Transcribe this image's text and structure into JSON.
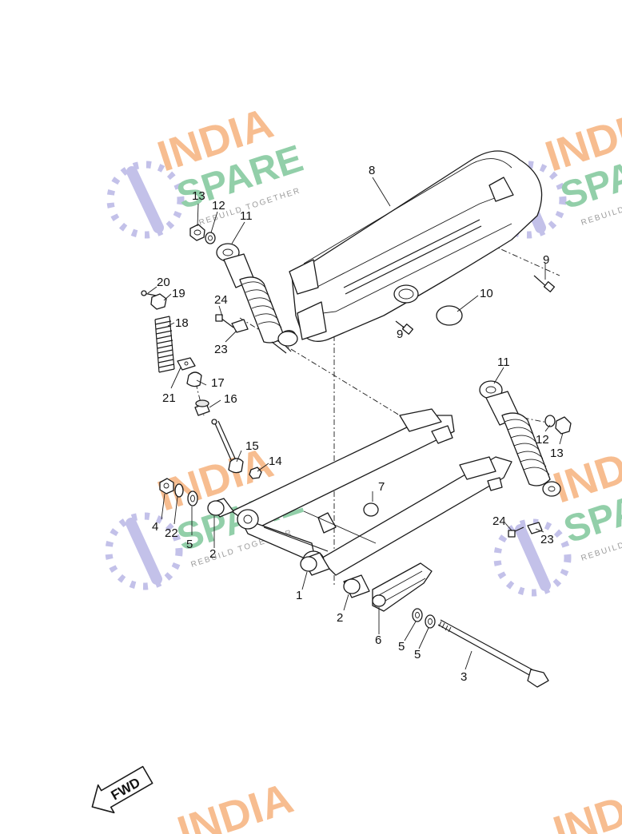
{
  "watermark": {
    "line1": "INDIA",
    "line2": "SPARE",
    "tagline": "REBUILD TOGETHER",
    "colors": {
      "line1": "#f6b27c",
      "line2": "#7fc79a",
      "logo": "#b9b6e6"
    }
  },
  "callouts": [
    {
      "id": "c1",
      "label": "1"
    },
    {
      "id": "c2a",
      "label": "2"
    },
    {
      "id": "c2b",
      "label": "2"
    },
    {
      "id": "c3",
      "label": "3"
    },
    {
      "id": "c4",
      "label": "4"
    },
    {
      "id": "c5a",
      "label": "5"
    },
    {
      "id": "c5b",
      "label": "5"
    },
    {
      "id": "c5c",
      "label": "5"
    },
    {
      "id": "c6",
      "label": "6"
    },
    {
      "id": "c7",
      "label": "7"
    },
    {
      "id": "c8",
      "label": "8"
    },
    {
      "id": "c9a",
      "label": "9"
    },
    {
      "id": "c9b",
      "label": "9"
    },
    {
      "id": "c10",
      "label": "10"
    },
    {
      "id": "c11a",
      "label": "11"
    },
    {
      "id": "c11b",
      "label": "11"
    },
    {
      "id": "c12a",
      "label": "12"
    },
    {
      "id": "c12b",
      "label": "12"
    },
    {
      "id": "c13a",
      "label": "13"
    },
    {
      "id": "c13b",
      "label": "13"
    },
    {
      "id": "c14",
      "label": "14"
    },
    {
      "id": "c15",
      "label": "15"
    },
    {
      "id": "c16",
      "label": "16"
    },
    {
      "id": "c17",
      "label": "17"
    },
    {
      "id": "c18",
      "label": "18"
    },
    {
      "id": "c19",
      "label": "19"
    },
    {
      "id": "c20",
      "label": "20"
    },
    {
      "id": "c21",
      "label": "21"
    },
    {
      "id": "c22",
      "label": "22"
    },
    {
      "id": "c23a",
      "label": "23"
    },
    {
      "id": "c23b",
      "label": "23"
    },
    {
      "id": "c24a",
      "label": "24"
    },
    {
      "id": "c24b",
      "label": "24"
    }
  ],
  "fwd_label": "FWD"
}
